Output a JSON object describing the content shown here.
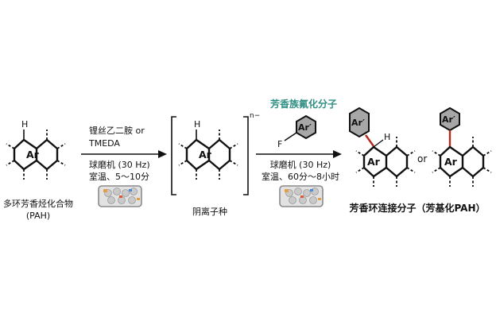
{
  "colors": {
    "ink": "#111111",
    "bond_highlight": "#b52a1c",
    "aryl_fill": "#a7a7a7",
    "title_teal": "#2f8f83",
    "vial_border": "#8a8a8a",
    "vial_fill": "#e2e2e2"
  },
  "icons": [
    "ball-mill-vial-icon",
    "aromatic-ring-icon",
    "aryl-hexagon-icon"
  ],
  "reactant": {
    "ring_label": "Ar",
    "h_label": "H",
    "name_line1": "多环芳香烃化合物",
    "name_line2": "(PAH)"
  },
  "step1": {
    "line1": "锂丝乙二胺  or",
    "line2": "TMEDA",
    "line3": "球磨机 (30 Hz)",
    "line4": "室温、5～10分"
  },
  "intermediate": {
    "ring_label": "Ar",
    "h_label": "H",
    "charge": "n−",
    "name": "阴离子种"
  },
  "step2": {
    "title": "芳香族氟化分子",
    "f_label": "F",
    "aryl_label": "Ar′",
    "line1": "球磨机 (30 Hz)",
    "line2": "室温、60分～8小时"
  },
  "product": {
    "aryl_label_left": "Ar′",
    "h_label": "H",
    "ring_label_left": "Ar",
    "or_label": "or",
    "aryl_label_right": "Ar′",
    "ring_label_right": "Ar",
    "name": "芳香环连接分子（芳基化PAH）"
  }
}
